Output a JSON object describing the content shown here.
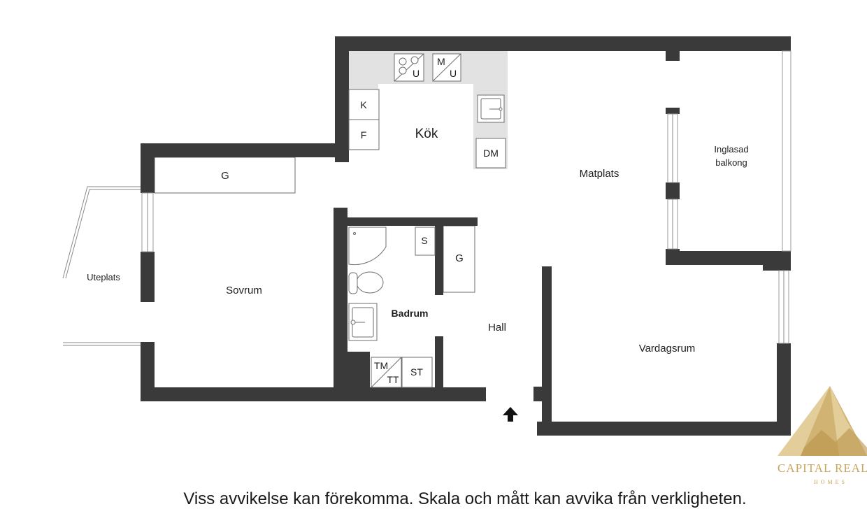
{
  "rooms": {
    "kok": "Kök",
    "matplats": "Matplats",
    "inglasad_balkong_line1": "Inglasad",
    "inglasad_balkong_line2": "balkong",
    "sovrum": "Sovrum",
    "uteplats": "Uteplats",
    "badrum": "Badrum",
    "hall": "Hall",
    "vardagsrum": "Vardagsrum"
  },
  "fixtures": {
    "spis_u": "U",
    "mikro_m": "M",
    "mikro_u": "U",
    "kyl": "K",
    "frys": "F",
    "diskmaskin": "DM",
    "garderob_sovrum": "G",
    "garderob_hall": "G",
    "skap_s": "S",
    "tvattmaskin_tm": "TM",
    "torktumlare_tt": "TT",
    "st": "ST"
  },
  "disclaimer": "Viss avvikelse kan förekomma. Skala och mått kan avvika från verkligheten.",
  "logo": {
    "name": "CAPITAL REALTI",
    "sub": "HOMES",
    "color": "#c9a65a"
  },
  "colors": {
    "wall": "#3a3a3a",
    "kitchen_counter": "#e2e2e2"
  },
  "icons": {
    "entrance": "arrow-up-icon"
  }
}
